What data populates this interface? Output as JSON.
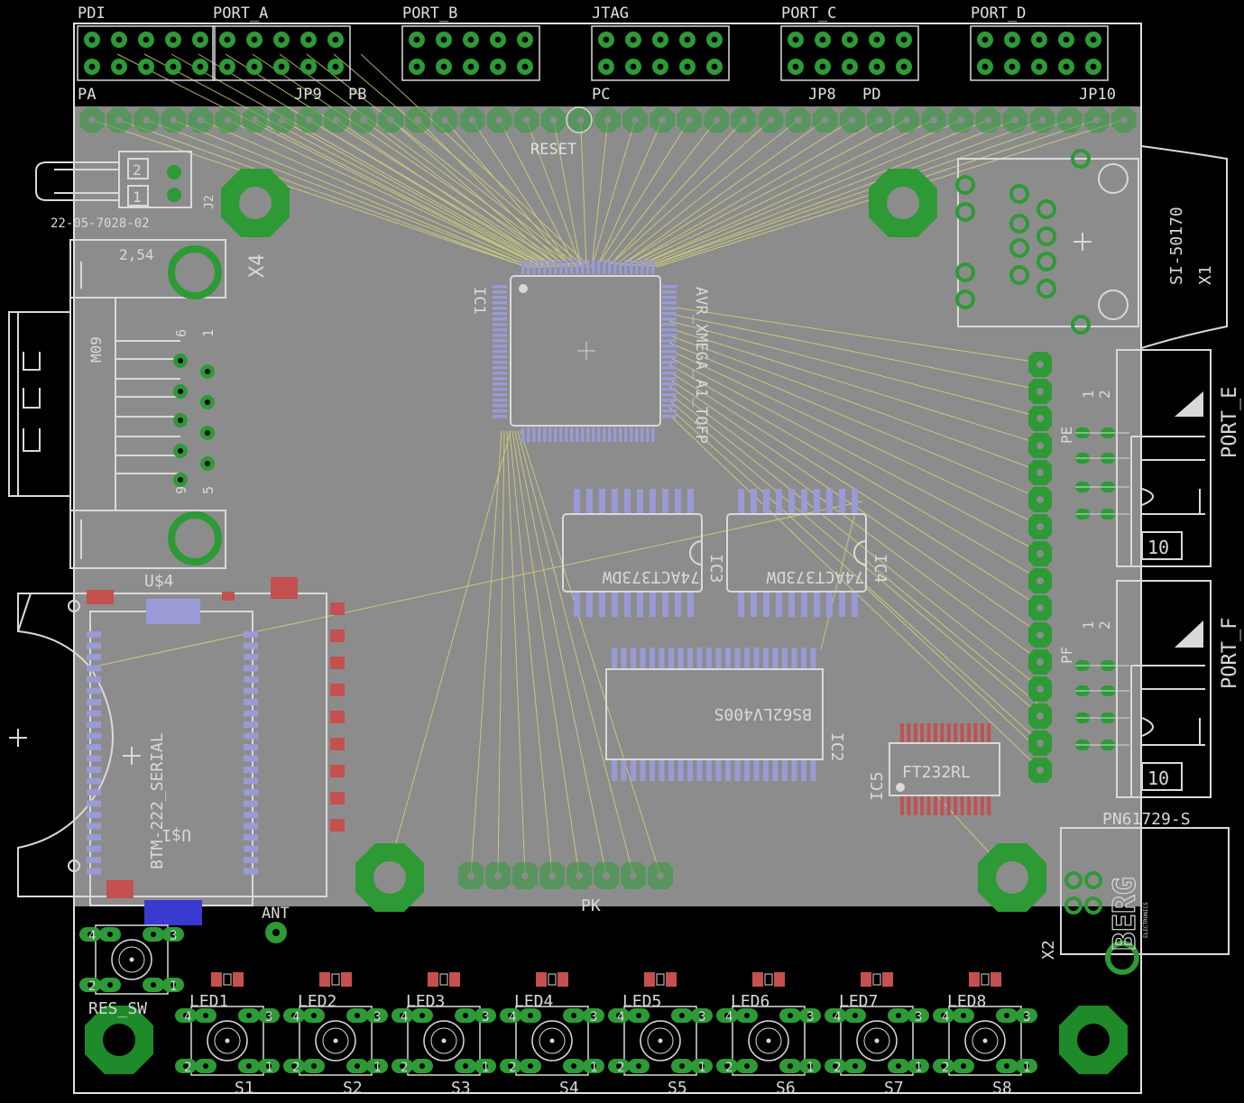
{
  "colors": {
    "background": "#000000",
    "outline": "#d9d9d9",
    "fill": "#8c8c8c",
    "pad": "#2d9a36",
    "pad_dark": "#1f7a2a",
    "smd_blue": "#9a9ad6",
    "smd_red": "#c45050",
    "airwire": "#d8d87a"
  },
  "headers": {
    "pdi": "PDI",
    "port_a": "PORT_A",
    "port_b": "PORT_B",
    "jtag": "JTAG",
    "port_c": "PORT_C",
    "port_d": "PORT_D"
  },
  "strip_labels": {
    "pa": "PA",
    "jp9": "JP9",
    "pb": "PB",
    "pc": "PC",
    "jp8": "JP8",
    "pd": "PD",
    "jp10": "JP10",
    "reset": "RESET"
  },
  "j2": {
    "name": "J2",
    "part": "22-05-7028-02",
    "pin1": "1",
    "pin2": "2"
  },
  "x4": {
    "name": "X4",
    "pitch": "2,54"
  },
  "db9": {
    "name": "M09",
    "pin1": "1",
    "pin6": "6",
    "pin9": "9",
    "pin5": "5"
  },
  "x1": {
    "name": "X1",
    "part": "SI-50170"
  },
  "ic1": {
    "name": "IC1",
    "part": "AVR_XMEGA_A1_TQFP"
  },
  "ic3": {
    "name": "IC3",
    "part": "74ACT373DW"
  },
  "ic4": {
    "name": "IC4",
    "part": "74ACT373DW"
  },
  "ic2": {
    "name": "IC2",
    "part": "BS62LV400S"
  },
  "ic5": {
    "name": "IC5",
    "part": "FT232RL"
  },
  "u4": {
    "name": "U$4",
    "label1": "U$1",
    "label2": "BTM-222_SERIAL"
  },
  "port_e": {
    "name": "PORT_E",
    "pe": "PE",
    "pin1": "1",
    "pin2": "2",
    "num": "10"
  },
  "port_f": {
    "name": "PORT_F",
    "pf": "PF",
    "pin1": "1",
    "pin2": "2",
    "num": "10"
  },
  "x2": {
    "name": "X2",
    "part": "PN61729-S"
  },
  "berg": {
    "name": "BERG",
    "sub": "ELECTRONICS"
  },
  "pk": "PK",
  "ant": "ANT",
  "res_sw": {
    "name": "RES_SW",
    "p4": "4",
    "p3": "3",
    "p2": "2",
    "p1": "1"
  },
  "leds": [
    "LED1",
    "LED2",
    "LED3",
    "LED4",
    "LED5",
    "LED6",
    "LED7",
    "LED8"
  ],
  "switches": [
    "S1",
    "S2",
    "S3",
    "S4",
    "S5",
    "S6",
    "S7",
    "S8"
  ],
  "sw_pins": {
    "p4": "4",
    "p3": "3",
    "p2": "2",
    "p1": "1"
  }
}
